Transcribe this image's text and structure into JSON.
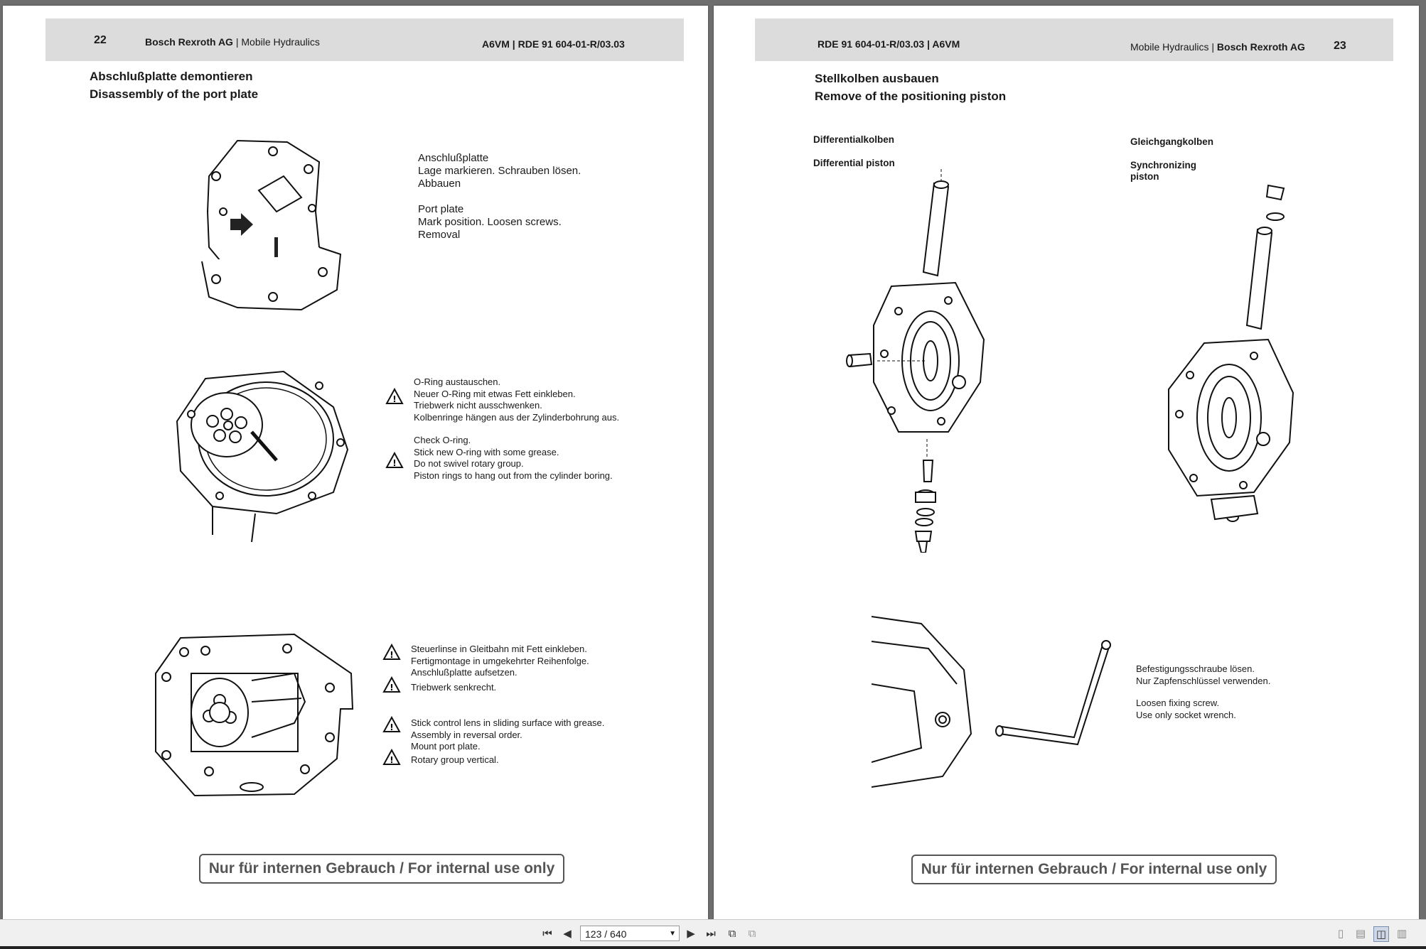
{
  "left_page": {
    "header": {
      "page_number": "22",
      "company": "Bosch Rexroth AG",
      "division": "Mobile Hydraulics",
      "doc_ref": "A6VM | RDE 91 604-01-R/03.03"
    },
    "title_de": "Abschlußplatte demontieren",
    "title_en": "Disassembly of the port plate",
    "step1": {
      "de": [
        "Anschlußplatte",
        "Lage markieren. Schrauben lösen.",
        "Abbauen"
      ],
      "en": [
        "Port plate",
        "Mark position. Loosen screws.",
        "Removal"
      ]
    },
    "step2": {
      "de": [
        "O-Ring austauschen.",
        "Neuer O-Ring mit etwas Fett einkleben.",
        "Triebwerk nicht ausschwenken.",
        "Kolbenringe hängen aus der Zylinderbohrung aus."
      ],
      "en": [
        "Check O-ring.",
        "Stick new O-ring with some grease.",
        "Do not swivel rotary group.",
        "Piston rings to hang out from the cylinder boring."
      ]
    },
    "step3": {
      "de": [
        "Steuerlinse in Gleitbahn mit Fett einkleben.",
        "Fertigmontage in umgekehrter Reihenfolge.",
        "Anschlußplatte aufsetzen."
      ],
      "de2": "Triebwerk senkrecht.",
      "en": [
        "Stick control lens in sliding surface with grease.",
        "Assembly in reversal order.",
        "Mount port plate."
      ],
      "en2": "Rotary group vertical."
    },
    "footer": "Nur für internen Gebrauch / For internal use only"
  },
  "right_page": {
    "header": {
      "doc_ref": "RDE 91 604-01-R/03.03 | A6VM",
      "division": "Mobile Hydraulics",
      "company": "Bosch Rexroth AG",
      "page_number": "23"
    },
    "title_de": "Stellkolben ausbauen",
    "title_en": "Remove of the positioning piston",
    "label_left_de": "Differentialkolben",
    "label_left_en": "Differential piston",
    "label_right_de": "Gleichgangkolben",
    "label_right_en": [
      "Synchronizing",
      "piston"
    ],
    "step": {
      "de": [
        "Befestigungsschraube lösen.",
        "Nur Zapfenschlüssel verwenden."
      ],
      "en": [
        "Loosen fixing screw.",
        "Use only socket wrench."
      ]
    },
    "footer": "Nur für internen Gebrauch / For internal use only"
  },
  "toolbar": {
    "page_indicator": "123 / 640"
  },
  "icons": {
    "first": "first-page-icon",
    "prev": "previous-page-icon",
    "next": "next-page-icon",
    "last": "last-page-icon",
    "colors": {
      "page": "#ffffff",
      "band": "#dcdcdc",
      "bg": "#6e6e6e"
    }
  }
}
